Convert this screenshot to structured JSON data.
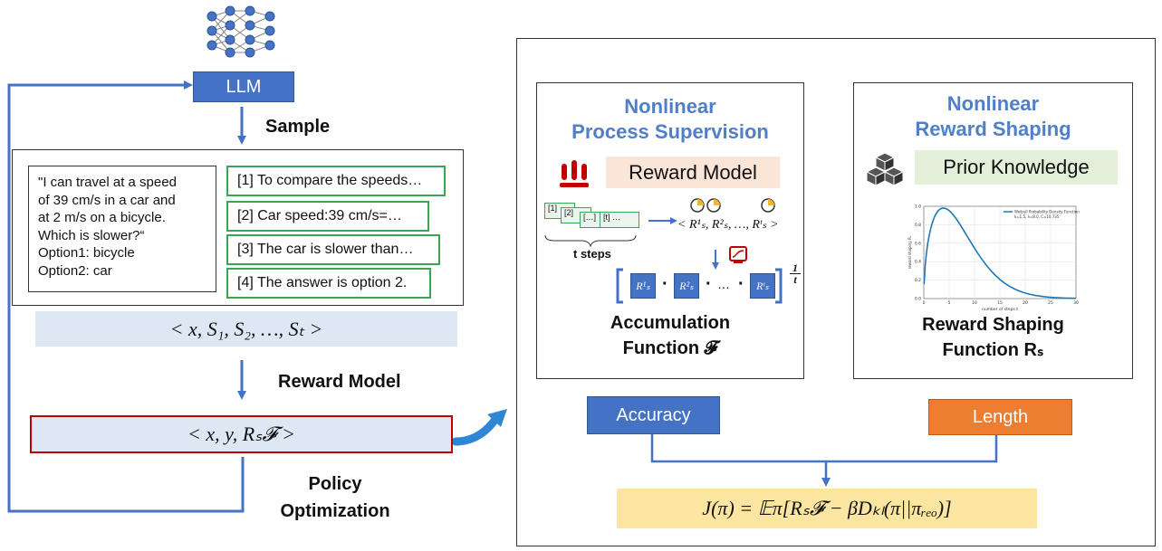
{
  "left": {
    "llm_label": "LLM",
    "sample_label": "Sample",
    "question_lines": [
      "\"I can travel at a speed",
      "of 39 cm/s in a car and",
      "at 2 m/s on a bicycle.",
      "Which is slower?“",
      "Option1: bicycle",
      "Option2: car"
    ],
    "steps": [
      "[1] To compare the speeds…",
      "[2] Car speed:39 cm/s=…",
      "[3] The car is slower than…",
      "[4] The answer is option 2."
    ],
    "sequence_formula": "< x, S₁, S₂, …, Sₜ >",
    "reward_model_label": "Reward Model",
    "reward_formula": "< x, y, Rₛ𝓕 >",
    "policy_label_1": "Policy",
    "policy_label_2": "Optimization"
  },
  "nps": {
    "title_1": "Nonlinear",
    "title_2": "Process Supervision",
    "reward_model": "Reward Model",
    "mini_steps": [
      "[1]",
      "[2]",
      "[…]",
      "[t] …"
    ],
    "t_steps": "t steps",
    "reward_seq": "< R¹ₛ, R²ₛ, …, Rᵗₛ >",
    "cells": [
      "R¹ₛ",
      "R²ₛ",
      "Rᵗₛ"
    ],
    "dots": "…",
    "dot_op": "·",
    "exponent_num": "1",
    "exponent_den": "t",
    "accum_1": "Accumulation",
    "accum_2": "Function 𝓕"
  },
  "nrs": {
    "title_1": "Nonlinear",
    "title_2": "Reward Shaping",
    "prior": "Prior Knowledge",
    "plot_legend": "Weibull Probability Density Function",
    "plot_legend_sub": "k=1.5, λ=8.0, C=10.735",
    "plot_ylabel": "reward shaping Rₛ",
    "plot_xlabel": "number of steps t",
    "plot_xticks": [
      "0",
      "5",
      "10",
      "15",
      "20",
      "25",
      "30"
    ],
    "plot_yticks": [
      "0.0",
      "0.2",
      "0.4",
      "0.6",
      "0.8",
      "1.0"
    ],
    "rs_1": "Reward Shaping",
    "rs_2": "Function Rₛ"
  },
  "bottom": {
    "accuracy": "Accuracy",
    "length": "Length",
    "objective": "J(π) = 𝔼π[Rₛ𝓕 − βDₖₗ(π||πᵣₑₒ)]"
  },
  "colors": {
    "blue": "#4472c4",
    "green": "#3aa655",
    "red": "#c00000",
    "orange": "#ed7d31",
    "light_blue_band": "#dde8f4",
    "pink": "#fbe5d6",
    "light_green": "#e2f0d9",
    "yellow": "#fbe5a1"
  }
}
